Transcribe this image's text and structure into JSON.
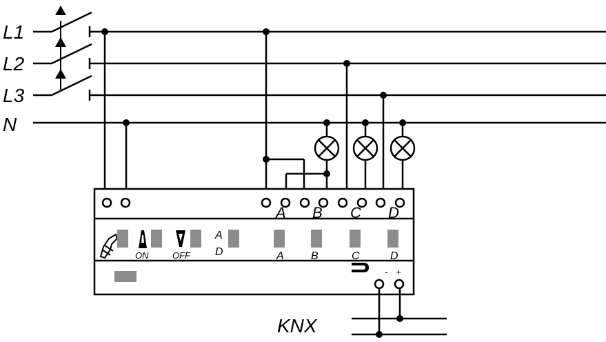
{
  "lines": {
    "l1": "L1",
    "l2": "L2",
    "l3": "L3",
    "n": "N"
  },
  "channels": {
    "a": "A",
    "b": "B",
    "c": "C",
    "d": "D"
  },
  "panel": {
    "on_label": "ON",
    "off_label": "OFF",
    "ad_top": "A",
    "ad_bottom": "D",
    "minus": "-",
    "plus": "+"
  },
  "bus": {
    "label": "KNX"
  },
  "icons": [
    "manual-hand-icon",
    "up-arrow-icon",
    "down-arrow-icon",
    "programming-magnet-icon",
    "lamp-icon"
  ]
}
